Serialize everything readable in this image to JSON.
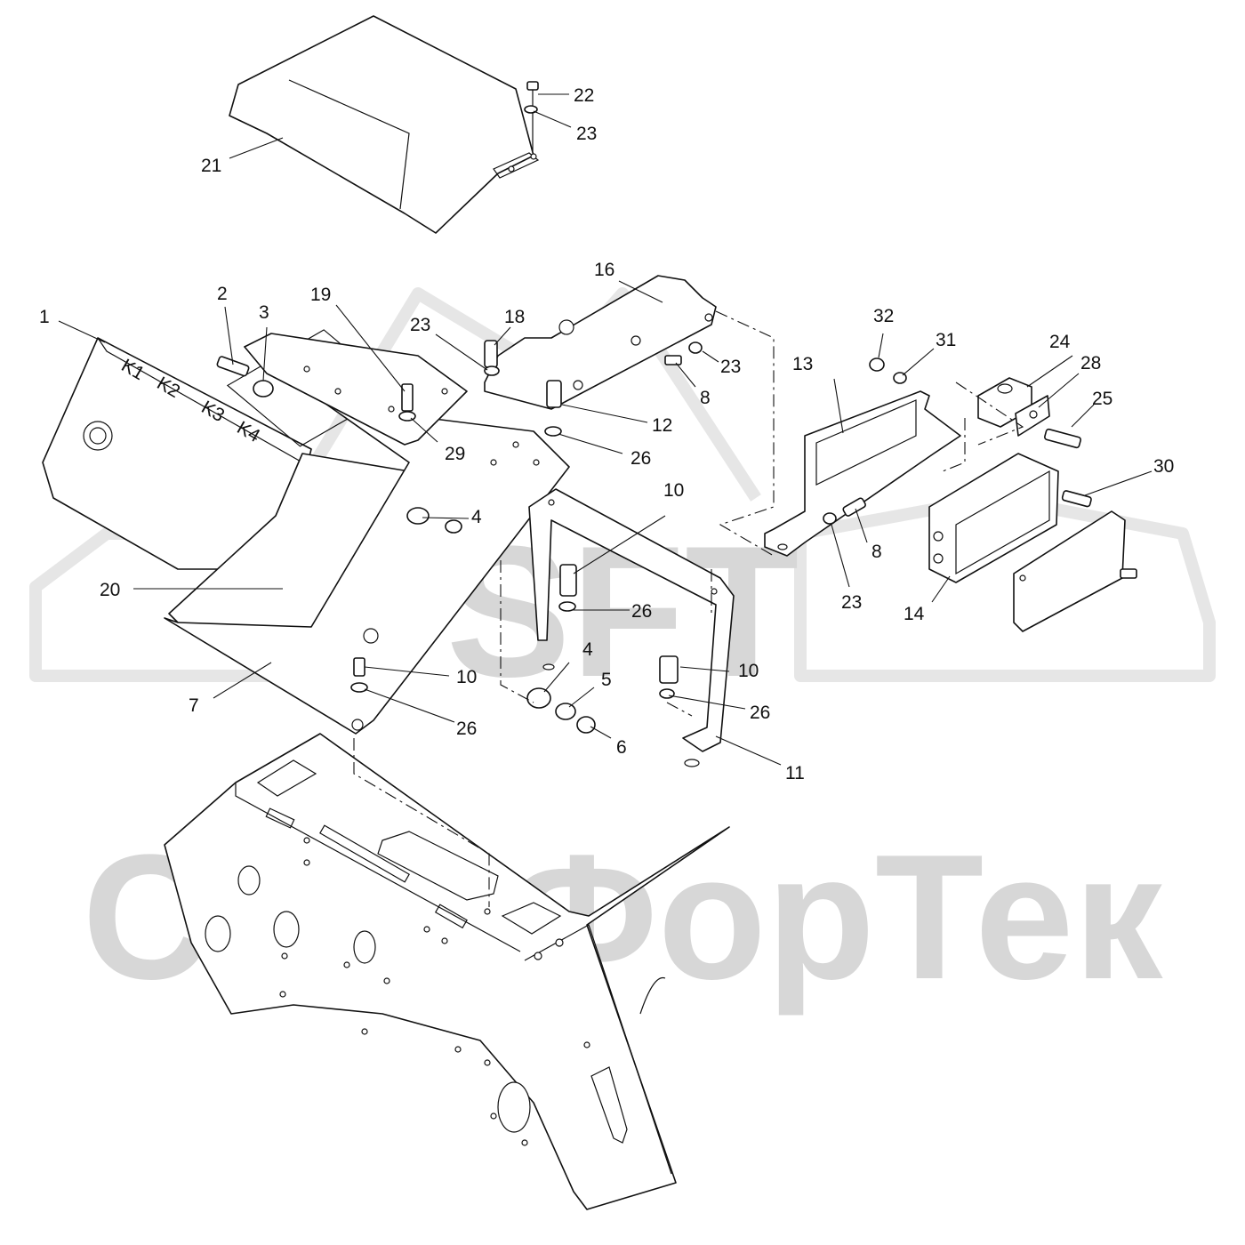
{
  "watermark": {
    "logo_text": "SFT",
    "company_text": "СканФорТек",
    "color": "#d7d7d7"
  },
  "callouts": [
    {
      "id": "c1",
      "label": "1"
    },
    {
      "id": "c2",
      "label": "2"
    },
    {
      "id": "c3",
      "label": "3"
    },
    {
      "id": "c4a",
      "label": "4"
    },
    {
      "id": "c4b",
      "label": "4"
    },
    {
      "id": "c5",
      "label": "5"
    },
    {
      "id": "c6",
      "label": "6"
    },
    {
      "id": "c7",
      "label": "7"
    },
    {
      "id": "c8a",
      "label": "8"
    },
    {
      "id": "c8b",
      "label": "8"
    },
    {
      "id": "c10a",
      "label": "10"
    },
    {
      "id": "c10b",
      "label": "10"
    },
    {
      "id": "c10c",
      "label": "10"
    },
    {
      "id": "c11",
      "label": "11"
    },
    {
      "id": "c12",
      "label": "12"
    },
    {
      "id": "c13",
      "label": "13"
    },
    {
      "id": "c14",
      "label": "14"
    },
    {
      "id": "c16",
      "label": "16"
    },
    {
      "id": "c18",
      "label": "18"
    },
    {
      "id": "c19",
      "label": "19"
    },
    {
      "id": "c20",
      "label": "20"
    },
    {
      "id": "c21",
      "label": "21"
    },
    {
      "id": "c22",
      "label": "22"
    },
    {
      "id": "c23a",
      "label": "23"
    },
    {
      "id": "c23b",
      "label": "23"
    },
    {
      "id": "c23c",
      "label": "23"
    },
    {
      "id": "c23d",
      "label": "23"
    },
    {
      "id": "c24",
      "label": "24"
    },
    {
      "id": "c25",
      "label": "25"
    },
    {
      "id": "c26a",
      "label": "26"
    },
    {
      "id": "c26b",
      "label": "26"
    },
    {
      "id": "c26c",
      "label": "26"
    },
    {
      "id": "c26d",
      "label": "26"
    },
    {
      "id": "c28",
      "label": "28"
    },
    {
      "id": "c29",
      "label": "29"
    },
    {
      "id": "c30",
      "label": "30"
    },
    {
      "id": "c31",
      "label": "31"
    },
    {
      "id": "c32",
      "label": "32"
    }
  ],
  "display_unit": {
    "key_labels": [
      "K1",
      "K2",
      "K3",
      "K4"
    ]
  }
}
